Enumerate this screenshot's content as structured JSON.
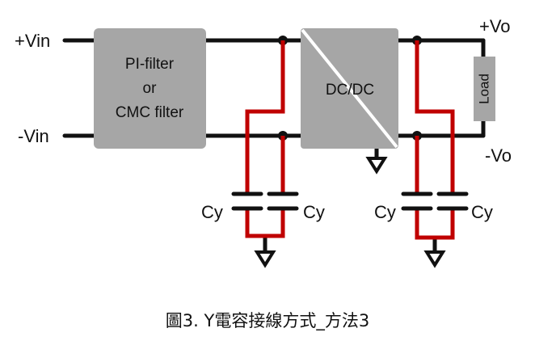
{
  "terminals": {
    "vin_pos": "+Vin",
    "vin_neg": "-Vin",
    "vo_pos": "+Vo",
    "vo_neg": "-Vo"
  },
  "blocks": {
    "filter": [
      "PI-filter",
      "or",
      "CMC filter"
    ],
    "converter": "DC/DC",
    "load": "Load"
  },
  "capacitors": [
    "Cy",
    "Cy",
    "Cy",
    "Cy"
  ],
  "caption": "圖3.  Y電容接線方式_方法3",
  "colors": {
    "wire": "#111111",
    "y_cap_wire": "#c00000",
    "block_fill": "#a6a6a6"
  }
}
